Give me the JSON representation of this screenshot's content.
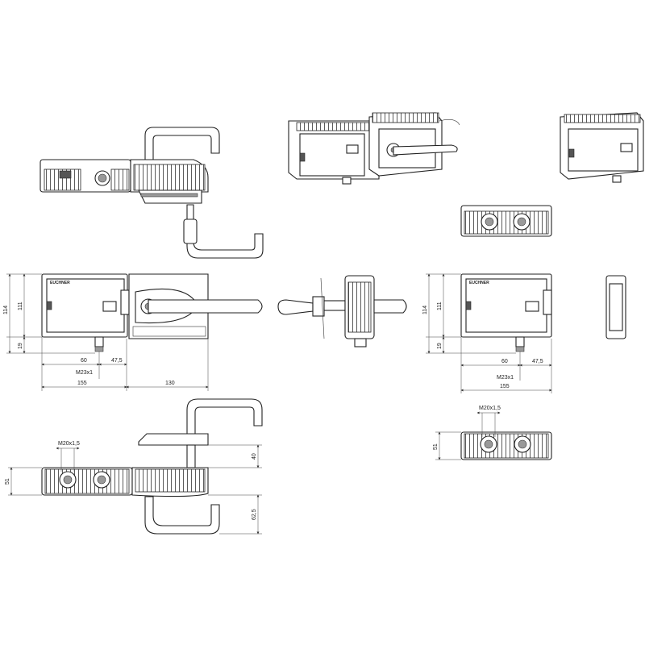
{
  "dimensions": {
    "front_left": {
      "h_total": "114",
      "h_body": "111",
      "h_bottom": "19",
      "w_60": "60",
      "w_47_5": "47,5",
      "thread": "M23x1",
      "w_155": "155",
      "w_130": "130"
    },
    "front_right": {
      "h_total": "114",
      "h_body": "111",
      "h_bottom": "19",
      "w_60": "60",
      "w_47_5": "47,5",
      "thread": "M23x1",
      "w_155": "155"
    },
    "bottom_left": {
      "thread": "M20x1,5",
      "h_51": "51",
      "h_40": "40",
      "h_62_5": "62,5"
    },
    "bottom_right": {
      "thread": "M20x1,5",
      "h_51": "51"
    }
  },
  "labels": {
    "brand": "EUCHNER"
  },
  "colors": {
    "line": "#222222",
    "fill_grey": "#9a9a9a",
    "fill_dark": "#555555"
  }
}
